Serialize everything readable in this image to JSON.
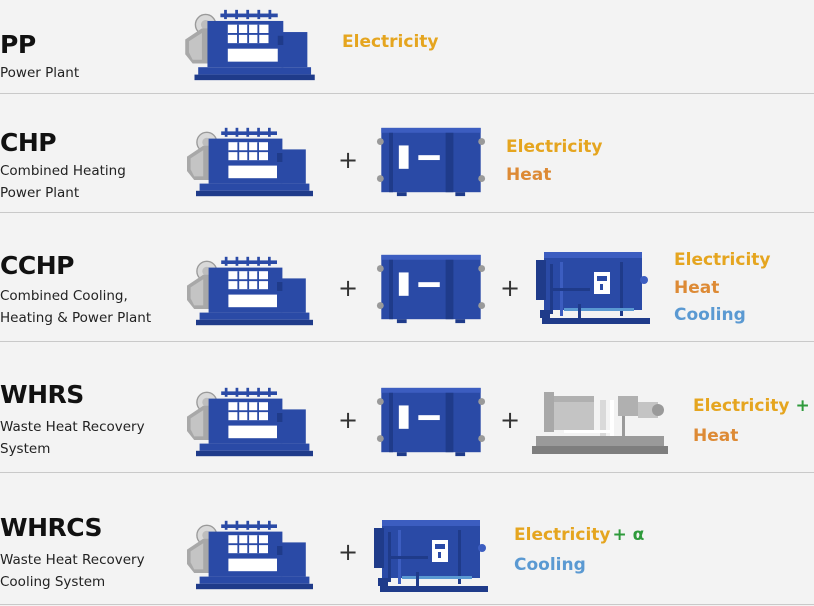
{
  "rows": [
    {
      "abbr": "PP",
      "full_line1": "Power Plant",
      "full_line2": "",
      "outputs": {
        "line1": "Electricity",
        "line1_alpha": "",
        "line2": "",
        "line3": ""
      }
    },
    {
      "abbr": "CHP",
      "full_line1": "Combined Heating",
      "full_line2": "Power Plant",
      "plus": "+",
      "outputs": {
        "line1": "Electricity",
        "line1_alpha": "",
        "line2": "Heat",
        "line3": ""
      }
    },
    {
      "abbr": "CCHP",
      "full_line1": "Combined Cooling,",
      "full_line2": "Heating & Power Plant",
      "plus": "+",
      "outputs": {
        "line1": "Electricity",
        "line1_alpha": "",
        "line2": "Heat",
        "line3": "Cooling"
      }
    },
    {
      "abbr": "WHRS",
      "full_line1": "Waste Heat Recovery",
      "full_line2": "System",
      "plus": "+",
      "outputs": {
        "line1": "Electricity",
        "line1_alpha": "+ α",
        "line2": "Heat",
        "line3": ""
      }
    },
    {
      "abbr": "WHRCS",
      "full_line1": "Waste Heat Recovery",
      "full_line2": "Cooling System",
      "plus": "+",
      "outputs": {
        "line1": "Electricity",
        "line1_alpha": "+ α",
        "line2": "Cooling",
        "line3": ""
      }
    }
  ],
  "icons": {
    "engine": "gas-engine-generator-icon",
    "heat_exchanger": "heat-exchanger-icon",
    "absorption_chiller": "absorption-chiller-icon",
    "waste_heat_unit": "waste-heat-recovery-unit-icon"
  },
  "colors": {
    "background": "#f3f3f3",
    "equipment_blue": "#2a4aa6",
    "equipment_gray": "#9a9a9a",
    "electricity": "#e5a51f",
    "heat": "#dd8a35",
    "cooling": "#5a99d2",
    "alpha": "#2e9a3b",
    "divider": "#c9c9c9"
  }
}
